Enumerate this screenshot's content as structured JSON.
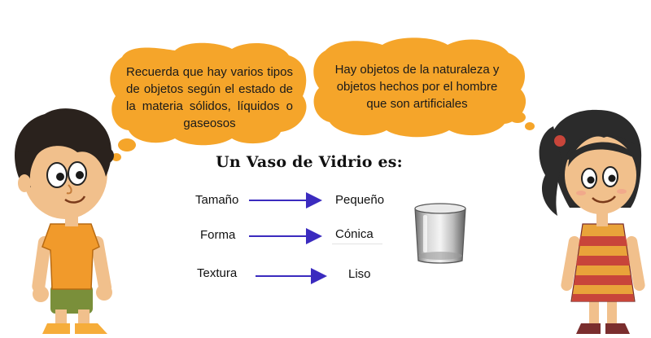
{
  "bubbles": {
    "left": "Recuerda que hay varios tipos de objetos según el estado de la materia sólidos, líquidos o gaseosos",
    "right": "Hay objetos de la naturaleza y objetos hechos por el hombre que son artificiales"
  },
  "title": "Un Vaso de Vidrio es:",
  "properties": [
    {
      "label": "Tamaño",
      "value": "Pequeño"
    },
    {
      "label": "Forma",
      "value": "Cónica"
    },
    {
      "label": "Textura",
      "value": "Liso"
    }
  ],
  "icons": {
    "left_character": "boy-character-icon",
    "right_character": "girl-character-icon",
    "object": "glass-tumbler-icon",
    "arrow": "arrow-right-icon"
  },
  "colors": {
    "bubble_fill": "#f5a52a",
    "arrow": "#3b2bbf",
    "boy_shirt": "#f19a2b",
    "girl_dress": "#c8453a"
  }
}
